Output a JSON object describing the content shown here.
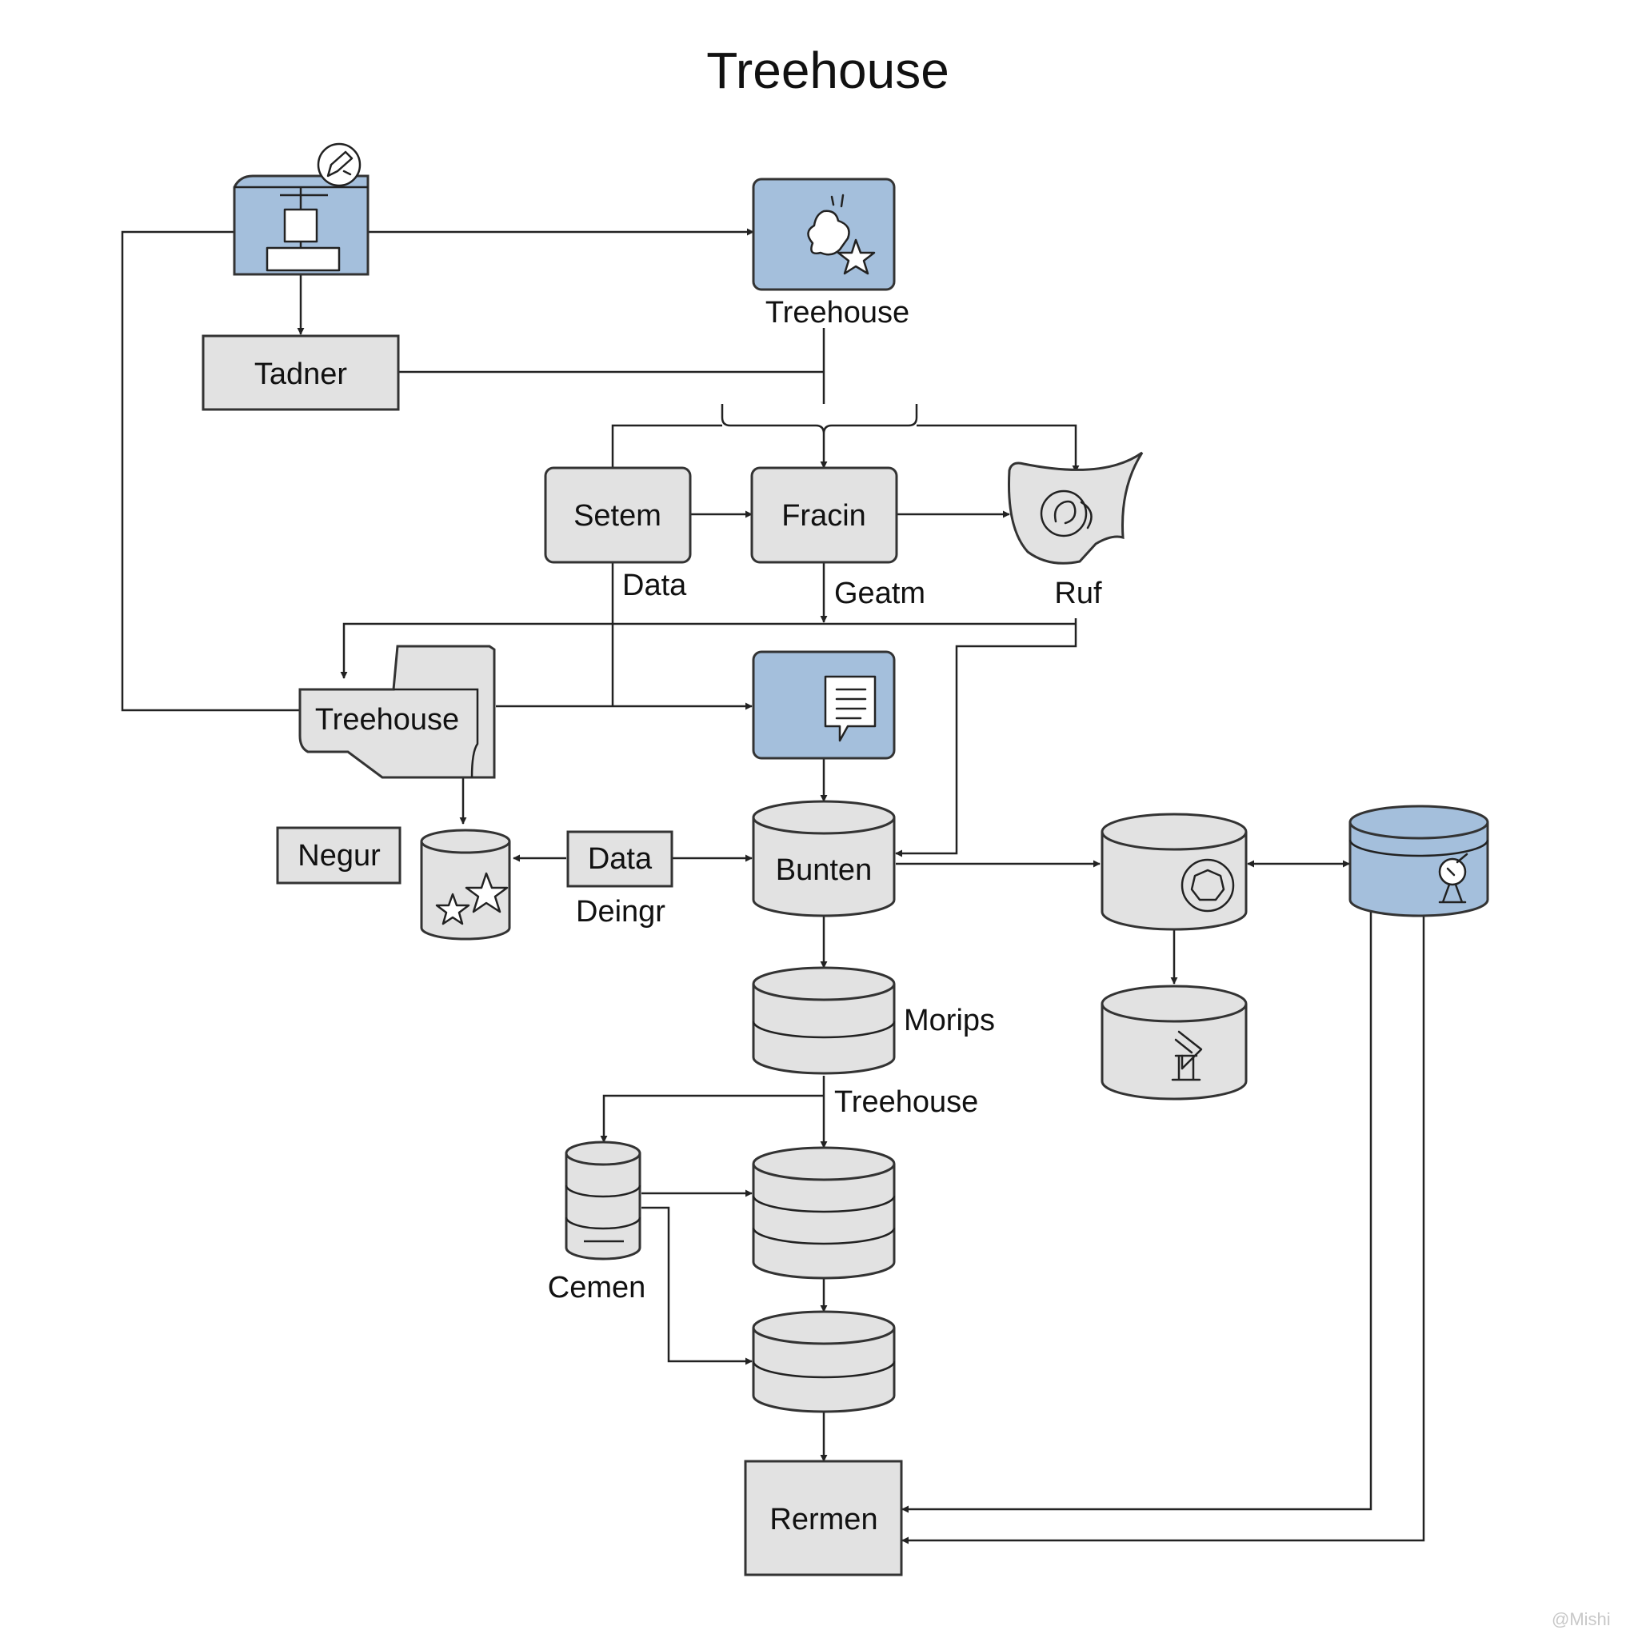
{
  "title": "Treehouse",
  "nodes": {
    "top_blue_label": "Treehouse",
    "tadner": "Tadner",
    "setem": "Setem",
    "fracin": "Fracin",
    "data_under_setem": "Data",
    "geatm": "Geatm",
    "ruf": "Ruf",
    "treehouse_doc": "Treehouse",
    "negur": "Negur",
    "data_box": "Data",
    "deingr": "Deingr",
    "bunten": "Bunten",
    "morips": "Morips",
    "treehouse_mid": "Treehouse",
    "cemen": "Cemen",
    "rermen": "Rermen"
  },
  "watermark": "@Mishi",
  "colors": {
    "accent_blue": "#a4bfdc",
    "box_gray": "#e2e2e2",
    "stroke": "#333333"
  }
}
